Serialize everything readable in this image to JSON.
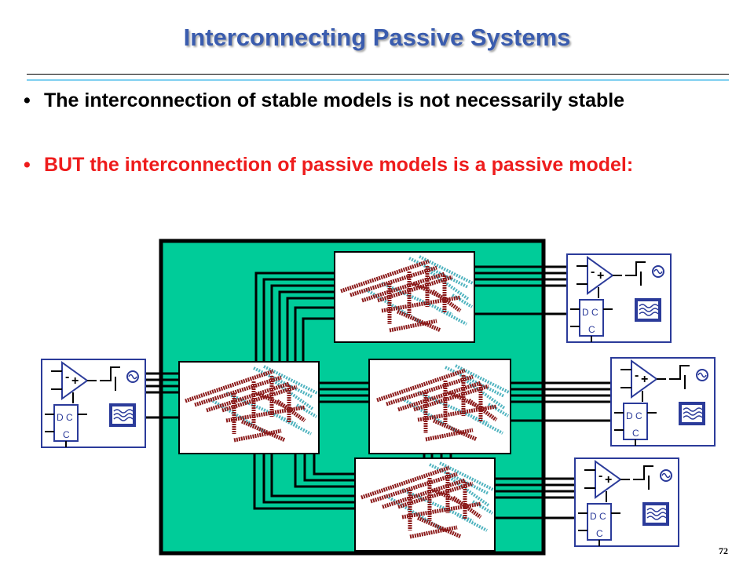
{
  "title": "Interconnecting Passive Systems",
  "bullets": [
    {
      "marker": "•",
      "text": "The interconnection of stable models is not necessarily stable"
    },
    {
      "marker": "•",
      "text": "BUT the interconnection of passive models is a passive model:"
    }
  ],
  "page_number": "72",
  "component_box": {
    "opamp_minus": "-",
    "opamp_plus": "+",
    "dc_line1": "D C",
    "dc_line2": "C"
  },
  "colors": {
    "title": "#3a5cae",
    "bullet_red": "#ee1c1c",
    "board_green": "#00cc99",
    "box_stroke": "#2b3b9a",
    "interconnect_red": "#8b1a1a",
    "interconnect_teal": "#4fb3bf"
  }
}
